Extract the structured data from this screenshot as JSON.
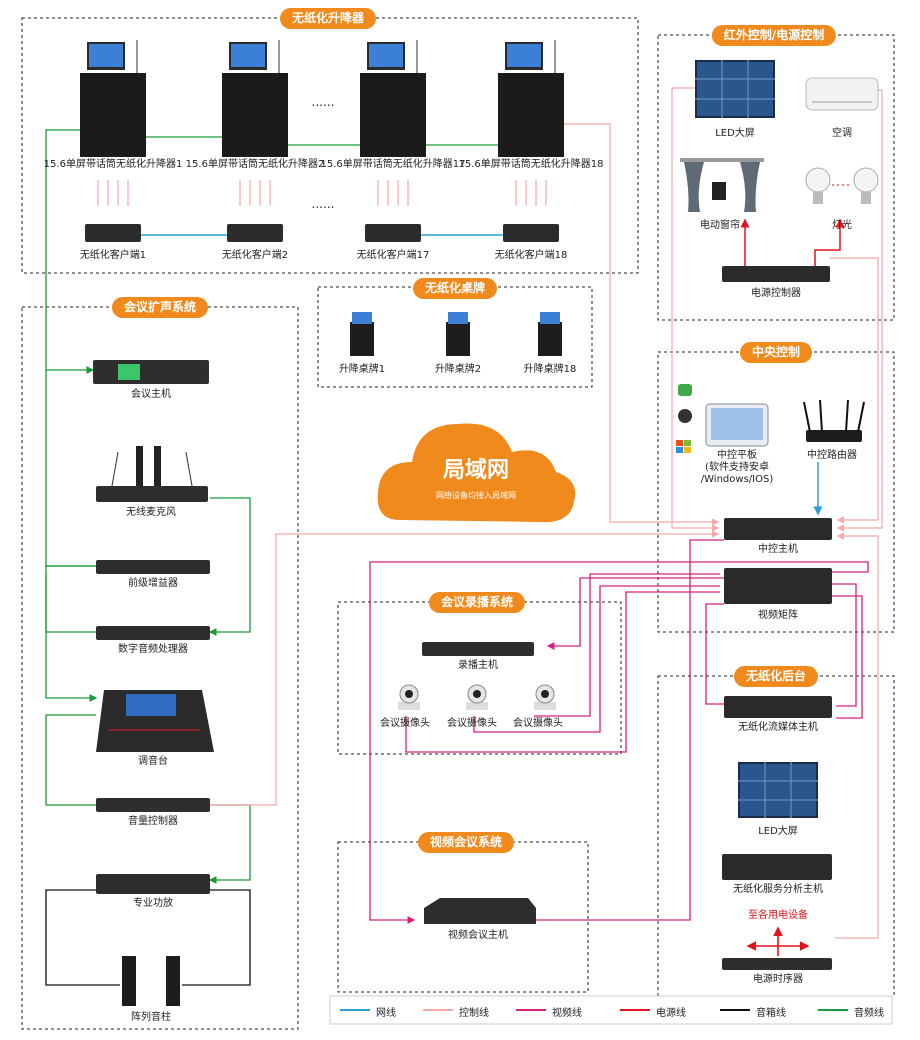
{
  "sections": {
    "lifter": "无纸化升降器",
    "ir_power": "红外控制/电源控制",
    "desk_sign": "无纸化桌牌",
    "audio": "会议扩声系统",
    "central": "中央控制",
    "recording": "会议录播系统",
    "backend": "无纸化后台",
    "video_conf": "视频会议系统"
  },
  "lifters": [
    "15.6单屏带话筒无纸化升降器1",
    "15.6单屏带话筒无纸化升降器2",
    "15.6单屏带话筒无纸化升降器17",
    "15.6单屏带话筒无纸化升降器18"
  ],
  "clients": [
    "无纸化客户端1",
    "无纸化客户端2",
    "无纸化客户端17",
    "无纸化客户端18"
  ],
  "dots": "......",
  "ir_devices": {
    "led": "LED大屏",
    "ac": "空调",
    "curtain": "电动窗帘",
    "light": "灯光",
    "power_ctrl": "电源控制器"
  },
  "desk_signs": [
    "升降桌牌1",
    "升降桌牌2",
    "升降桌牌18"
  ],
  "cloud": {
    "title": "局域网",
    "subtitle": "网络设备均接入局域网"
  },
  "audio_devices": {
    "host": "会议主机",
    "mic": "无线麦克风",
    "preamp": "前级增益器",
    "dsp": "数字音频处理器",
    "mixer": "调音台",
    "volume": "音量控制器",
    "amp": "专业功放",
    "speaker": "阵列音柱"
  },
  "central": {
    "tablet": "中控平板",
    "tablet_note1": "(软件支持安卓",
    "tablet_note2": "/Windows/IOS)",
    "router": "中控路由器",
    "host": "中控主机",
    "matrix": "视频矩阵"
  },
  "recording": {
    "host": "录播主机",
    "cameras": [
      "会议摄像头",
      "会议摄像头",
      "会议摄像头"
    ]
  },
  "backend": {
    "stream": "无纸化流媒体主机",
    "led": "LED大屏",
    "server": "无纸化服务分析主机",
    "to_power": "至各用电设备",
    "sequencer": "电源时序器"
  },
  "video_conf": {
    "host": "视频会议主机"
  },
  "legend": [
    {
      "label": "网线",
      "color": "#2a9fd8"
    },
    {
      "label": "控制线",
      "color": "#f4a8a8"
    },
    {
      "label": "视频线",
      "color": "#d6207f"
    },
    {
      "label": "电源线",
      "color": "#e0141e"
    },
    {
      "label": "音箱线",
      "color": "#111111"
    },
    {
      "label": "音频线",
      "color": "#1a9a3a"
    }
  ],
  "colors": {
    "accent": "#f08a1c",
    "network": "#2a9fd8",
    "control": "#f4a8a8",
    "video": "#d6207f",
    "power": "#e0141e",
    "speaker": "#111111",
    "audio": "#1a9a3a"
  }
}
